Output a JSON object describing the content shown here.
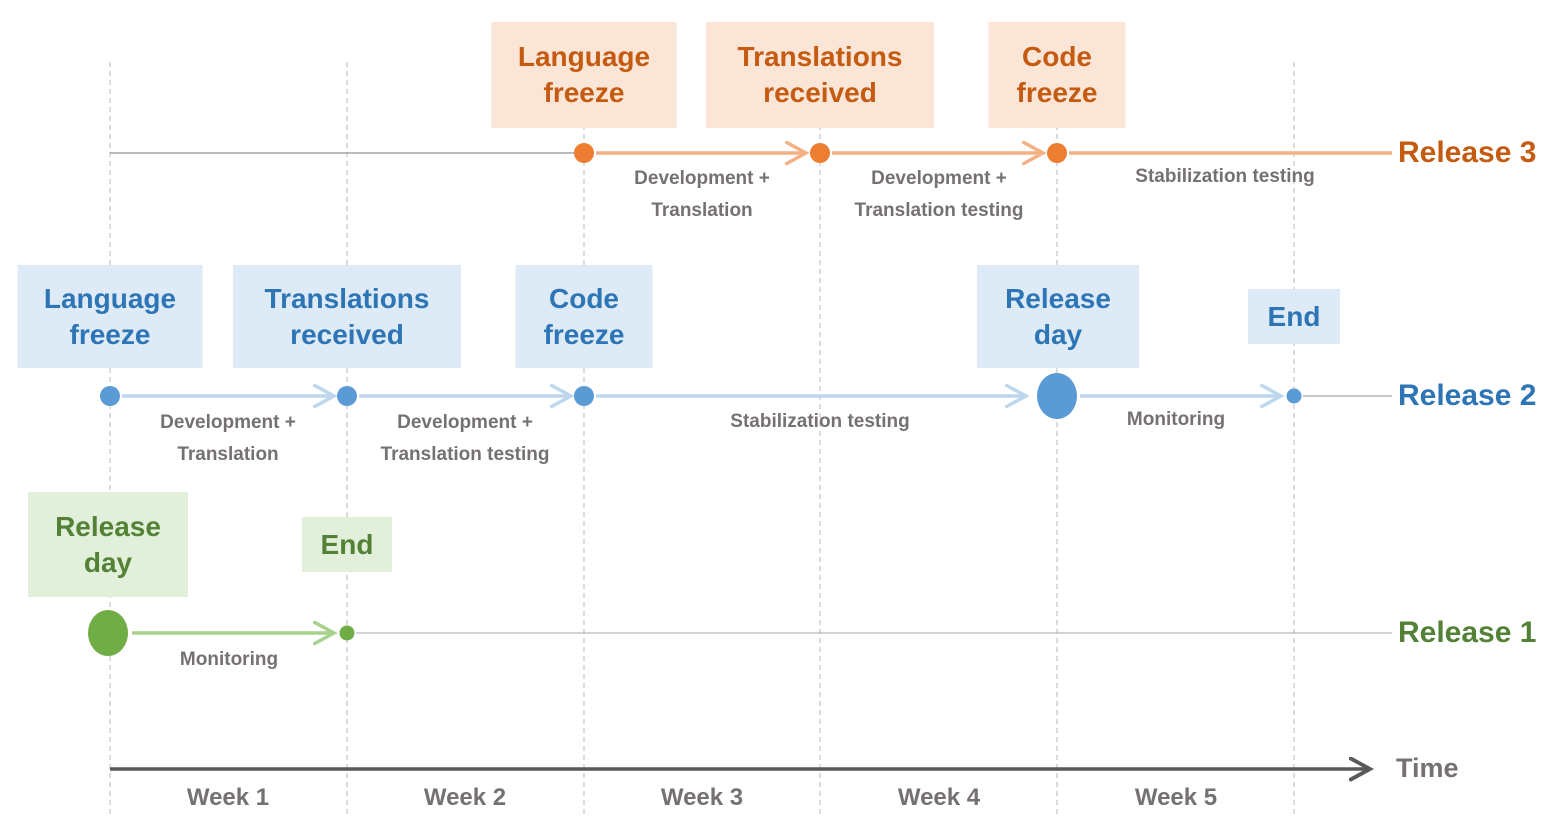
{
  "diagram": {
    "axis": {
      "label": "Time",
      "weeks": [
        "Week 1",
        "Week 2",
        "Week 3",
        "Week 4",
        "Week 5"
      ]
    },
    "releases": {
      "r3": {
        "name": "Release 3",
        "milestones": {
          "language_freeze": "Language\nfreeze",
          "translations_received": "Translations\nreceived",
          "code_freeze": "Code\nfreeze"
        },
        "segments": {
          "dev_translation": "Development +\nTranslation",
          "dev_translation_testing": "Development +\nTranslation testing",
          "stabilization_testing": "Stabilization testing"
        }
      },
      "r2": {
        "name": "Release 2",
        "milestones": {
          "language_freeze": "Language\nfreeze",
          "translations_received": "Translations\nreceived",
          "code_freeze": "Code\nfreeze",
          "release_day": "Release\nday",
          "end": "End"
        },
        "segments": {
          "dev_translation": "Development +\nTranslation",
          "dev_translation_testing": "Development +\nTranslation testing",
          "stabilization_testing": "Stabilization testing",
          "monitoring": "Monitoring"
        }
      },
      "r1": {
        "name": "Release 1",
        "milestones": {
          "release_day": "Release\nday",
          "end": "End"
        },
        "segments": {
          "monitoring": "Monitoring"
        }
      }
    },
    "colors": {
      "orange_accent": "#ED7D31",
      "orange_text": "#C55A11",
      "orange_fill": "#FBE5D6",
      "orange_line": "#F4B183",
      "blue_accent": "#5B9BD5",
      "blue_text": "#2E75B6",
      "blue_fill": "#DEEBF7",
      "blue_line": "#BDD7EE",
      "green_accent": "#70AD47",
      "green_text": "#538135",
      "green_fill": "#E2EFDA",
      "green_line": "#A9D18E",
      "gray_text": "#767171",
      "gray_line": "#A6A6A6",
      "axis_line": "#595959",
      "gridline": "#C8C8C8"
    }
  }
}
